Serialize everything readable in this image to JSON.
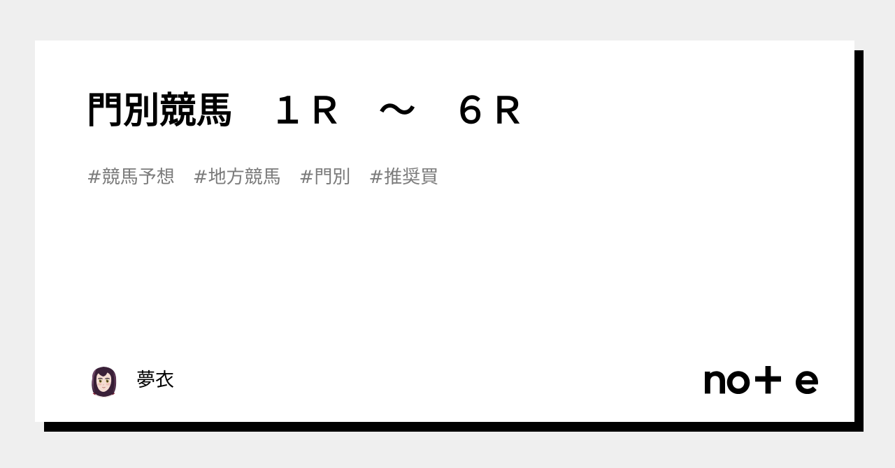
{
  "page": {
    "background_color": "#efefef",
    "card_background": "#ffffff",
    "shadow_color": "#000000"
  },
  "card": {
    "title": "門別競馬　１Ｒ　〜　６Ｒ",
    "tags_line": "#競馬予想　#地方競馬　#門別　#推奨買",
    "tags": [
      "#競馬予想",
      "#地方競馬",
      "#門別",
      "#推奨買"
    ],
    "tag_color": "#7b7b7b",
    "title_color": "#000000"
  },
  "footer": {
    "author": {
      "name": "夢衣",
      "avatar_alt": "夢衣",
      "avatar_colors": {
        "hair": "#3a2038",
        "hair_highlight": "#6e4566",
        "skin": "#f4dcd2",
        "eye": "#9a8234",
        "collar": "#8e2235"
      }
    },
    "brand": {
      "name": "note",
      "logo_color": "#000000"
    }
  }
}
